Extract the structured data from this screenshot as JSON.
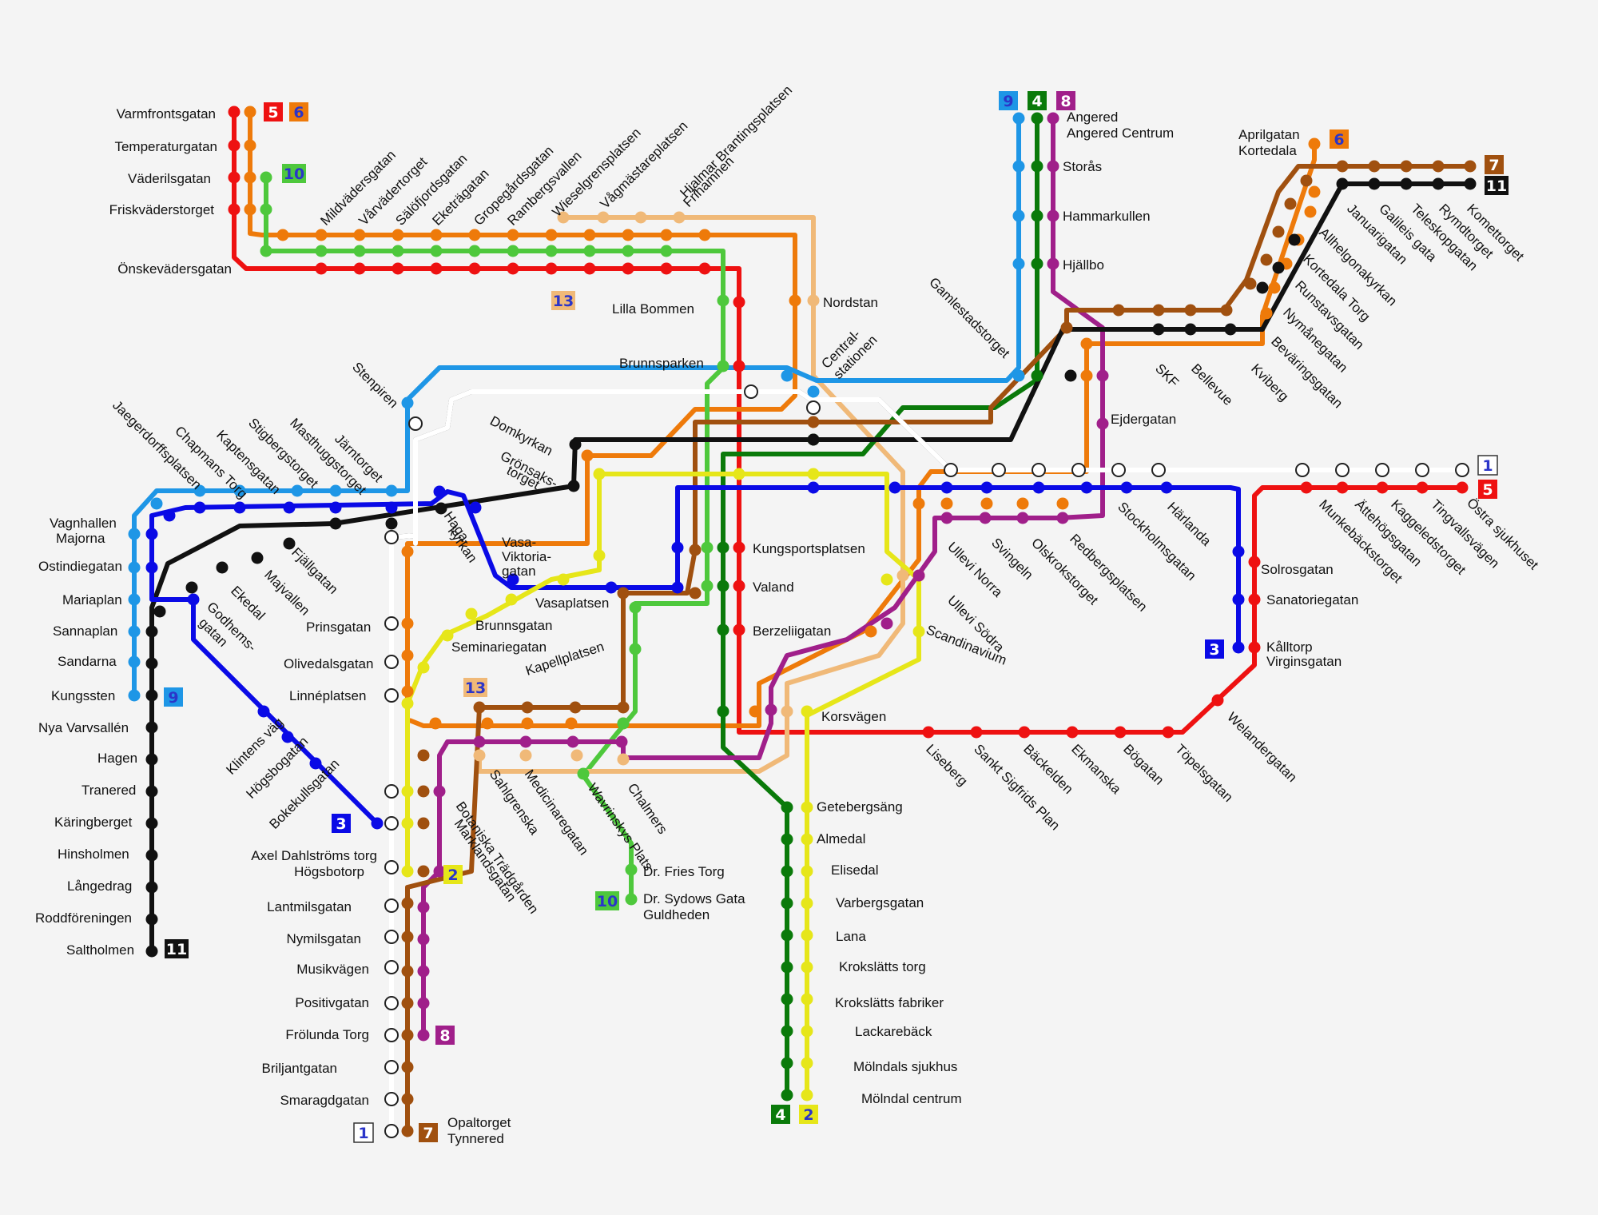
{
  "colors": {
    "line1": "#ffffff",
    "line2": "#e6e619",
    "line3": "#0a0ae6",
    "line4": "#0a7a0a",
    "line5": "#ee1111",
    "line6": "#ee7a0a",
    "line7": "#a0500f",
    "line8": "#a01f8a",
    "line9": "#1e96e6",
    "line10": "#4ec83c",
    "line11": "#111111",
    "line13": "#f0b978"
  },
  "line_badges": [
    {
      "id": "b5",
      "label": "5",
      "line": "5"
    },
    {
      "id": "b6",
      "label": "6",
      "line": "6"
    },
    {
      "id": "b10a",
      "label": "10",
      "line": "10"
    },
    {
      "id": "b9a",
      "label": "9",
      "line": "9"
    },
    {
      "id": "b4a",
      "label": "4",
      "line": "4"
    },
    {
      "id": "b8a",
      "label": "8",
      "line": "8"
    },
    {
      "id": "b6b",
      "label": "6",
      "line": "6"
    },
    {
      "id": "b7a",
      "label": "7",
      "line": "7"
    },
    {
      "id": "b11a",
      "label": "11",
      "line": "11"
    },
    {
      "id": "b13a",
      "label": "13",
      "line": "13"
    },
    {
      "id": "b1a",
      "label": "1",
      "line": "1"
    },
    {
      "id": "b5b",
      "label": "5",
      "line": "5"
    },
    {
      "id": "b3a",
      "label": "3",
      "line": "3"
    },
    {
      "id": "b9b",
      "label": "9",
      "line": "9"
    },
    {
      "id": "b11b",
      "label": "11",
      "line": "11"
    },
    {
      "id": "b3b",
      "label": "3",
      "line": "3"
    },
    {
      "id": "b13b",
      "label": "13",
      "line": "13"
    },
    {
      "id": "b2a",
      "label": "2",
      "line": "2"
    },
    {
      "id": "b10b",
      "label": "10",
      "line": "10"
    },
    {
      "id": "b8b",
      "label": "8",
      "line": "8"
    },
    {
      "id": "b1b",
      "label": "1",
      "line": "1"
    },
    {
      "id": "b7b",
      "label": "7",
      "line": "7"
    },
    {
      "id": "b4b",
      "label": "4",
      "line": "4"
    },
    {
      "id": "b2b",
      "label": "2",
      "line": "2"
    }
  ],
  "stations": [
    "Varmfrontsgatan",
    "Temperaturgatan",
    "Väderilsgatan",
    "Friskväderstorget",
    "Önskevädersgatan",
    "Mildvädersgatan",
    "Vårvädertorget",
    "Sälöfjordsgatan",
    "Eketrägatan",
    "Gropegårdsgatan",
    "Rambergsvallen",
    "Wieselgrensplatsen",
    "Vågmästareplatsen",
    "Hjalmar Brantingsplatsen",
    "Frihamnen",
    "Lilla Bommen",
    "Brunnsparken",
    "Nordstan",
    "Central-",
    "stationen",
    "Angered",
    "Angered Centrum",
    "Storås",
    "Hammarkullen",
    "Hjällbo",
    "Aprilgatan",
    "Kortedala",
    "Komettorget",
    "Rymdtorget",
    "Teleskopgatan",
    "Galileis gata",
    "Januarigatan",
    "Allhelgonakyrkan",
    "Kortedala Torg",
    "Runstavsgatan",
    "Nymånegatan",
    "Beväringsgatan",
    "Kviberg",
    "Bellevue",
    "SKF",
    "Gamlestadstorget",
    "Ejdergatan",
    "Stenpiren",
    "Järntorget",
    "Masthuggstorget",
    "Stigbergstorget",
    "Kaptensgatan",
    "Chapmans Torg",
    "Jaegerdorffsplatsen",
    "Vagnhallen",
    "Majorna",
    "Ostindiegatan",
    "Mariaplan",
    "Sannaplan",
    "Sandarna",
    "Kungssten",
    "Nya Varvsallén",
    "Hagen",
    "Tranered",
    "Käringberget",
    "Hinsholmen",
    "Långedrag",
    "Roddföreningen",
    "Saltholmen",
    "Domkyrkan",
    "Grönsaks-",
    "torget",
    "Haga-",
    "kyrkan",
    "Vasa-",
    "Viktoria-",
    "gatan",
    "Vasaplatsen",
    "Fjällgatan",
    "Majvallen",
    "Ekedal",
    "Godhems-",
    "gatan",
    "Brunnsgatan",
    "Seminariegatan",
    "Kapellplatsen",
    "Prinsgatan",
    "Olivedalsgatan",
    "Linnéplatsen",
    "Kungsportsplatsen",
    "Valand",
    "Berzeliigatan",
    "Korsvägen",
    "Scandinavium",
    "Ullevi Södra",
    "Ullevi Norra",
    "Svingeln",
    "Olskrokstorget",
    "Redbergsplatsen",
    "Stockholmsgatan",
    "Härlanda",
    "Munkebäckstorget",
    "Ättehögsgatan",
    "Kaggeledstorget",
    "Tingvallsvägen",
    "Östra sjukhuset",
    "Solrosgatan",
    "Sanatoriegatan",
    "Kålltorp",
    "Virginsgatan",
    "Welandergatan",
    "Töpelsgatan",
    "Bögatan",
    "Ekmanska",
    "Bäckelden",
    "Sankt Sigfrids Plan",
    "Liseberg",
    "Klintens väg",
    "Högsbogatan",
    "Bokekullsgatan",
    "Axel Dahlströms torg",
    "Högsbotorp",
    "Lantmilsgatan",
    "Nymilsgatan",
    "Musikvägen",
    "Positivgatan",
    "Frölunda Torg",
    "Briljantgatan",
    "Smaragdgatan",
    "Opaltorget",
    "Tynnered",
    "Sahlgrenska",
    "Medicinaregatan",
    "Botaniska Trädgården",
    "Marklandsgatan",
    "Wavrinskys Plats",
    "Chalmers",
    "Dr. Fries Torg",
    "Dr. Sydows Gata",
    "Guldheden",
    "Getebergsäng",
    "Almedal",
    "Elisedal",
    "Varbergsgatan",
    "Lana",
    "Krokslätts torg",
    "Krokslätts fabriker",
    "Lackarebäck",
    "Mölndals sjukhus",
    "Mölndal centrum"
  ]
}
